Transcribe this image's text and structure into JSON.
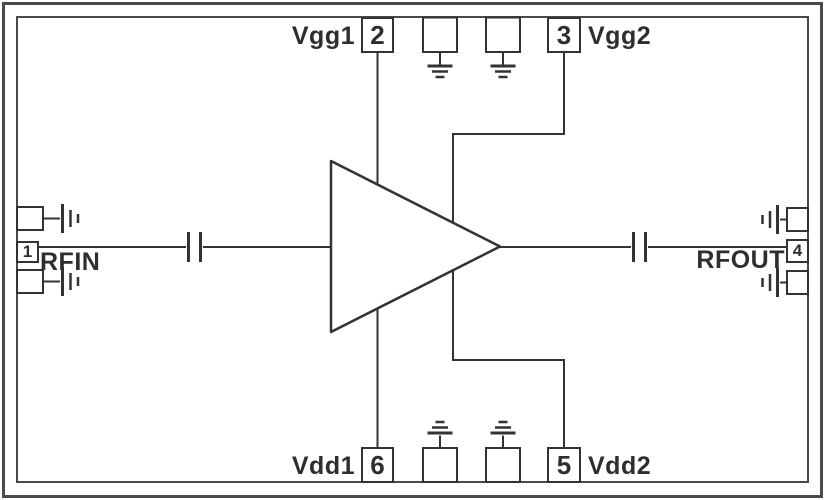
{
  "pins": [
    {
      "number": "1",
      "label": "RFIN",
      "side": "left"
    },
    {
      "number": "2",
      "label": "Vgg1",
      "side": "top-left"
    },
    {
      "number": "3",
      "label": "Vgg2",
      "side": "top-right"
    },
    {
      "number": "4",
      "label": "RFOUT",
      "side": "right"
    },
    {
      "number": "5",
      "label": "Vdd2",
      "side": "bottom-right"
    },
    {
      "number": "6",
      "label": "Vdd1",
      "side": "bottom-left"
    }
  ],
  "symbols": {
    "amplifier": "right-pointing-triangle",
    "capacitor": "parallel-plate-capacitor",
    "ground": "three-bar-ground",
    "pad": "square-bond-pad"
  },
  "colors": {
    "line": "#333333",
    "border": "#4a4a4a",
    "background": "#ffffff"
  }
}
